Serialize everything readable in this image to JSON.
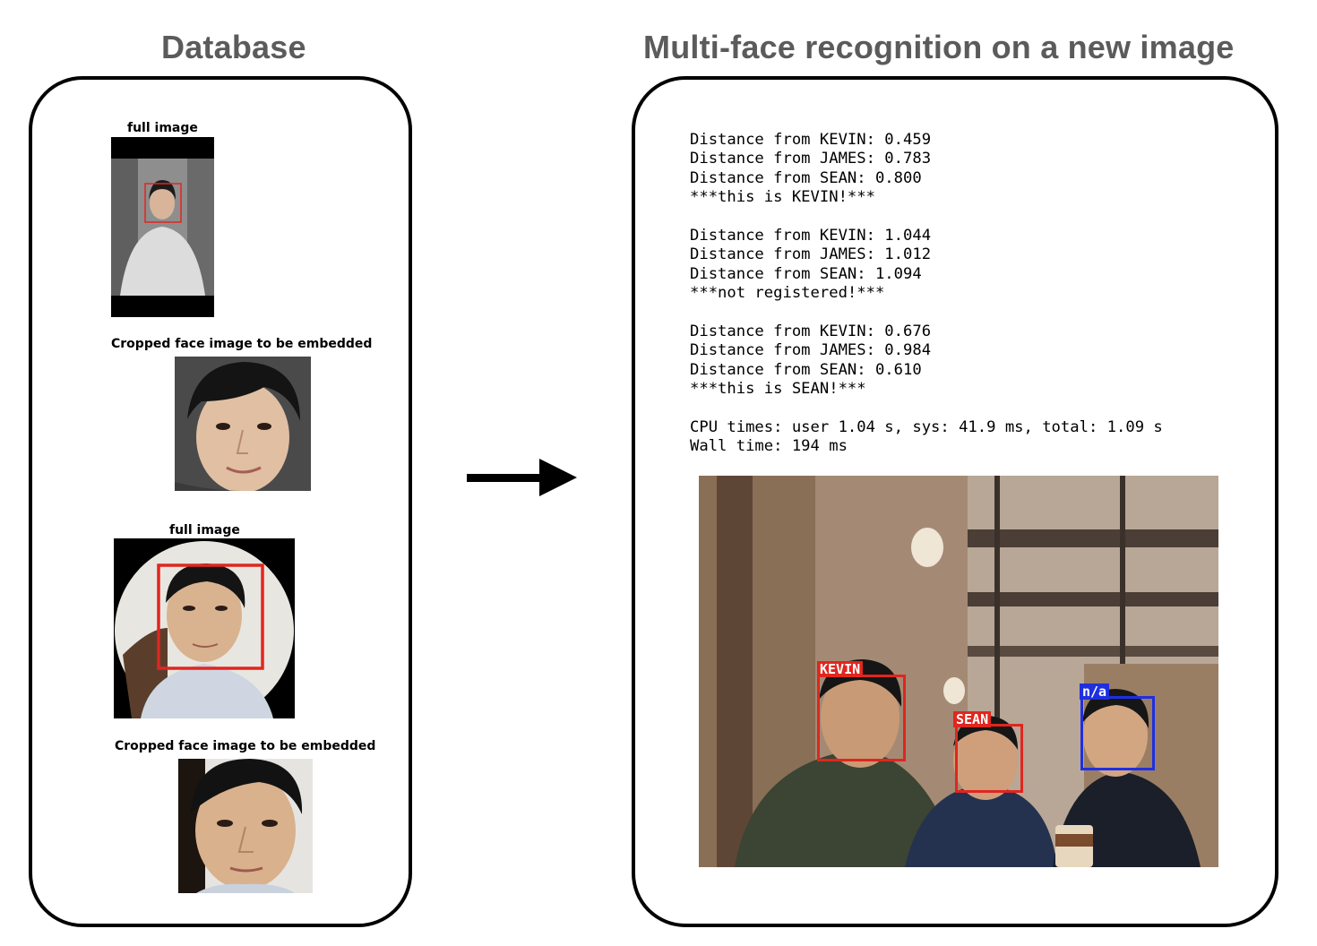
{
  "headings": {
    "database": "Database",
    "recognition": "Multi-face recognition on a new image"
  },
  "database": {
    "entries": [
      {
        "full_caption": "full image",
        "crop_caption": "Cropped face image to be embedded"
      },
      {
        "full_caption": "full image",
        "crop_caption": "Cropped face image to be embedded"
      }
    ]
  },
  "results": {
    "lines": [
      "Distance from KEVIN: 0.459",
      "Distance from JAMES: 0.783",
      "Distance from SEAN: 0.800",
      "***this is KEVIN!***",
      "",
      "Distance from KEVIN: 1.044",
      "Distance from JAMES: 1.012",
      "Distance from SEAN: 1.094",
      "***not registered!***",
      "",
      "Distance from KEVIN: 0.676",
      "Distance from JAMES: 0.984",
      "Distance from SEAN: 0.610",
      "***this is SEAN!***",
      "",
      "CPU times: user 1.04 s, sys: 41.9 ms, total: 1.09 s",
      "Wall time: 194 ms"
    ]
  },
  "detections": [
    {
      "label": "KEVIN",
      "color": "#e0261f"
    },
    {
      "label": "SEAN",
      "color": "#e0261f"
    },
    {
      "label": "n/a",
      "color": "#1f2fe0"
    }
  ],
  "colors": {
    "heading": "#5b5b5b",
    "known_face_box": "#e0261f",
    "unknown_face_box": "#1f2fe0"
  }
}
